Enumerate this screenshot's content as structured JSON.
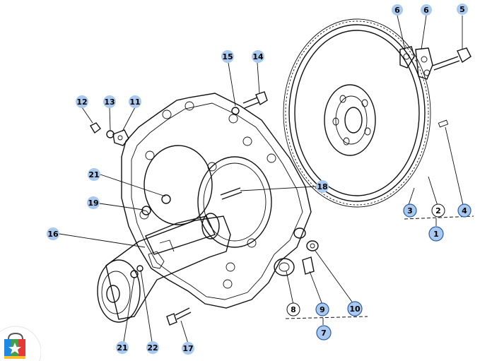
{
  "colors": {
    "line": "#111111",
    "callout_fill": "#a9c9ee",
    "callout_stroke": "#2a5ca8",
    "badge_blue": "#1e88e5",
    "badge_green": "#43a047",
    "badge_red": "#e53935",
    "badge_yellow": "#fbc02d"
  },
  "callouts": {
    "c1": "1",
    "c2": "2",
    "c3": "3",
    "c4": "4",
    "c5": "5",
    "c6a": "6",
    "c6b": "6",
    "c7": "7",
    "c8": "8",
    "c9": "9",
    "c10": "10",
    "c11": "11",
    "c12": "12",
    "c13": "13",
    "c14": "14",
    "c15": "15",
    "c16": "16",
    "c17": "17",
    "c18": "18",
    "c19": "19",
    "c21a": "21",
    "c21b": "21",
    "c22": "22"
  },
  "badge": {
    "icon": "shopping-bag-star-icon"
  }
}
